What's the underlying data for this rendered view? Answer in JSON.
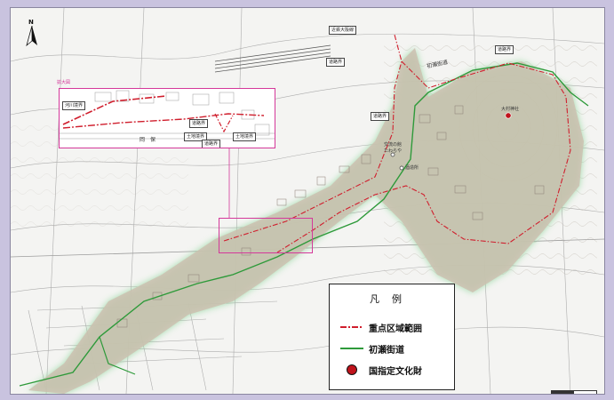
{
  "colors": {
    "focus_area_line": "#d01e2d",
    "route_line": "#2e9a3a",
    "heritage_marker": "#c0131c",
    "inset_frame": "#d4389a",
    "area_fill": "#cdbfb0",
    "area_glow": "#8fd79b"
  },
  "north": {
    "label": "N",
    "icon": "north-arrow-icon"
  },
  "inset": {
    "title": "拡大図"
  },
  "labels": {
    "kintetsu": "近鉄大阪線",
    "road_boundary_1": "道路界",
    "road_boundary_2": "道路界",
    "road_boundary_3": "道路界",
    "hatsuse_road": "初瀬街道",
    "river_boundary": "河川境界",
    "inset_road_1": "道路界",
    "inset_road_2": "道路界",
    "inset_land_1": "土地境界",
    "inset_land_2": "土地境界",
    "inset_area": "岡　保",
    "shrine": "大村神社",
    "exchange_1": "交流の館",
    "exchange_2": "たわらや",
    "sake": "酒造所"
  },
  "legend": {
    "title": "凡例",
    "items": [
      {
        "label": "重点区域範囲",
        "symbol": "dash-dot-red-line"
      },
      {
        "label": "初瀬街道",
        "symbol": "green-line"
      },
      {
        "label": "国指定文化財",
        "symbol": "red-circle-marker"
      }
    ]
  }
}
